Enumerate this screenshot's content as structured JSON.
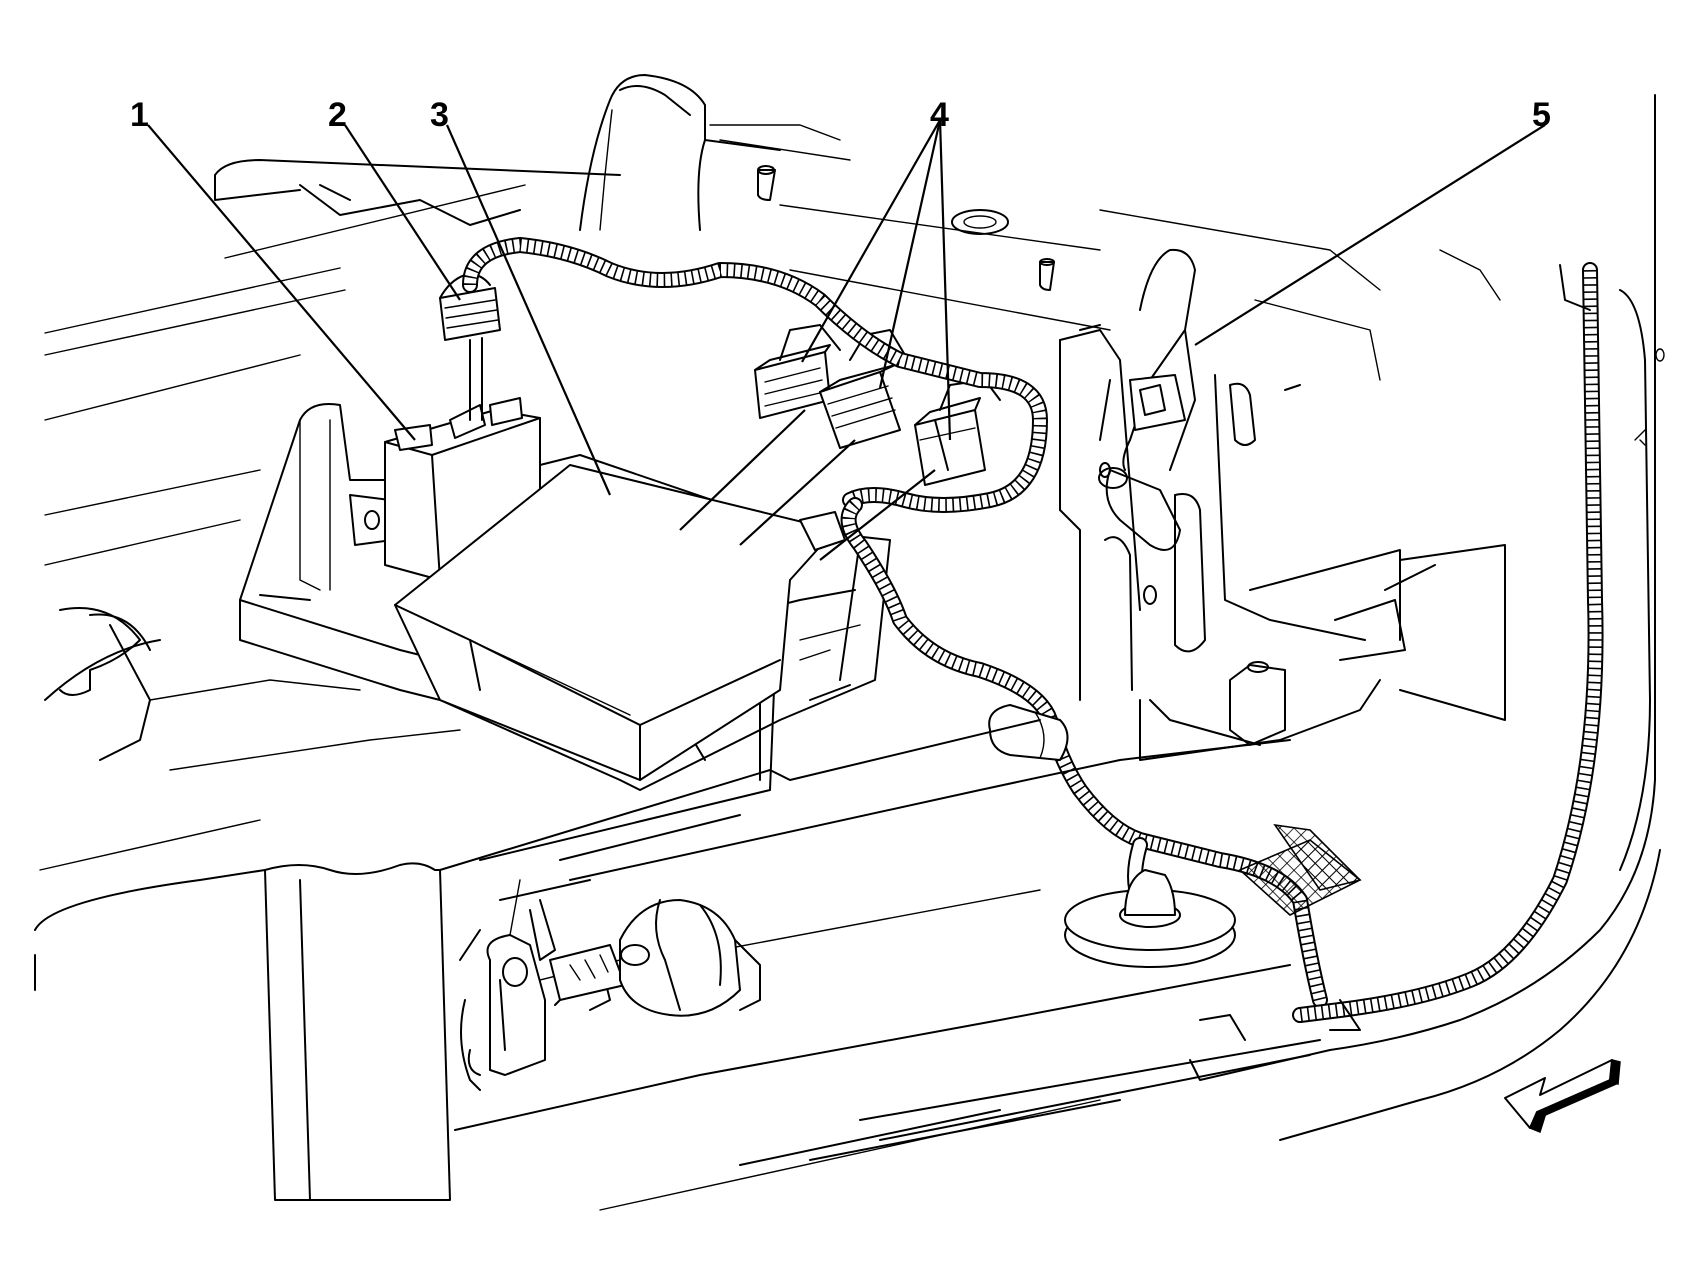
{
  "callouts": {
    "c1": "1",
    "c2": "2",
    "c3": "3",
    "c4": "4",
    "c5": "5"
  },
  "icons": {
    "direction_arrow": "arrow-left-down-icon"
  },
  "colors": {
    "line": "#000000",
    "background": "#ffffff"
  }
}
